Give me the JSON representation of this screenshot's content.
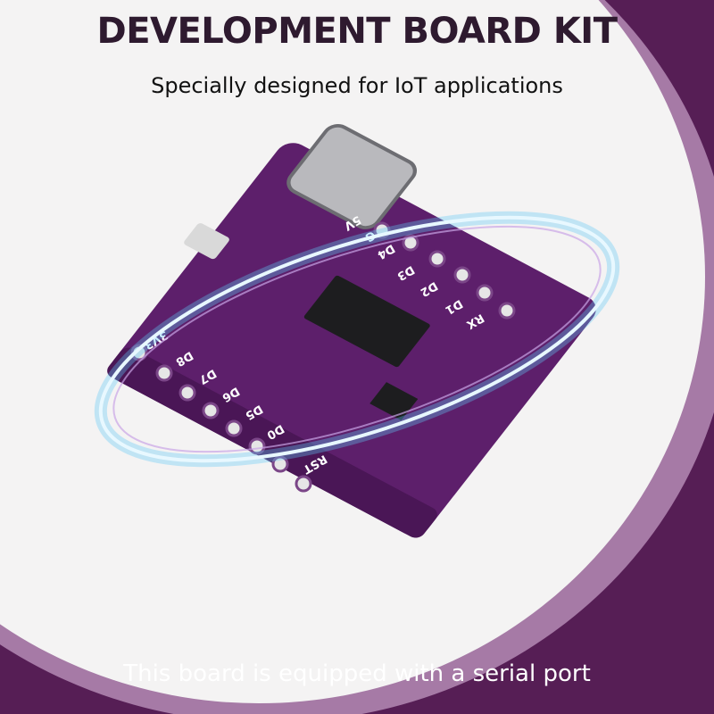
{
  "header": {
    "title": "DEVELOPMENT BOARD KIT",
    "subtitle": "Specially designed for IoT applications"
  },
  "footer": {
    "caption": "This board is equipped with a serial port"
  },
  "board": {
    "pins_right": [
      "5V",
      "G",
      "D4",
      "D3",
      "D2",
      "D1",
      "RX"
    ],
    "pins_left": [
      "3V3",
      "D8",
      "D7",
      "D6",
      "D5",
      "D0",
      "RST"
    ]
  },
  "colors": {
    "background": "#f4f3f3",
    "band_dark": "#561e55",
    "band_light": "#a67aa6",
    "pcb": "#5d1f6b",
    "title": "#2e1a2f",
    "glow": "#5fc8f5"
  }
}
